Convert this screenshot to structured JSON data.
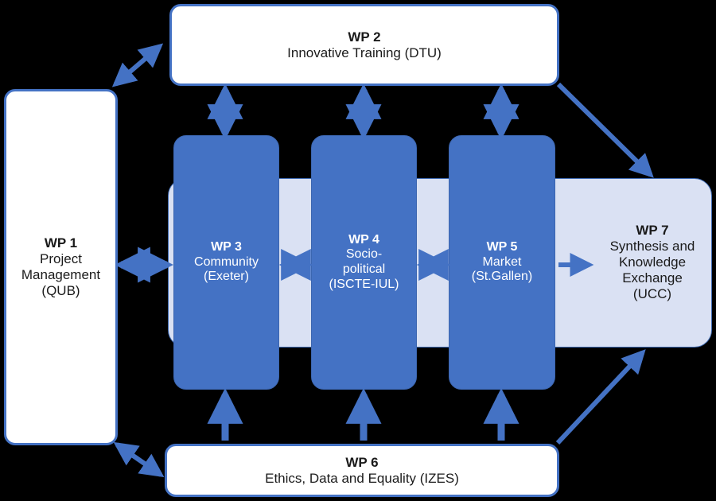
{
  "theme": {
    "background": "#000000",
    "accent_blue": "#4472C4",
    "light_blue": "#DAE1F3",
    "white": "#FFFFFF",
    "text_dark": "#1A1A1A",
    "text_light": "#FFFFFF"
  },
  "diagram": {
    "type": "work-package-flow",
    "packages": [
      {
        "id": "wp1",
        "title": "WP 1",
        "line1": "Project",
        "line2": "Management",
        "line3": "(QUB)",
        "style": "white"
      },
      {
        "id": "wp2",
        "title": "WP 2",
        "line1": "Innovative Training (DTU)",
        "style": "white"
      },
      {
        "id": "wp3",
        "title": "WP 3",
        "line1": "Community",
        "line2": "(Exeter)",
        "style": "blue"
      },
      {
        "id": "wp4",
        "title": "WP 4",
        "line1": "Socio-",
        "line2": "political",
        "line3": "(ISCTE-IUL)",
        "style": "blue"
      },
      {
        "id": "wp5",
        "title": "WP 5",
        "line1": "Market",
        "line2": "(St.Gallen)",
        "style": "blue"
      },
      {
        "id": "wp6",
        "title": "WP 6",
        "line1": "Ethics, Data and Equality (IZES)",
        "style": "white"
      },
      {
        "id": "wp7",
        "title": "WP 7",
        "line1": "Synthesis and",
        "line2": "Knowledge",
        "line3": "Exchange",
        "line4": "(UCC)",
        "style": "light-band"
      }
    ],
    "connectors": [
      {
        "from": "wp1",
        "to": "wp2",
        "kind": "double",
        "orientation": "diagonal"
      },
      {
        "from": "wp1",
        "to": "wp6",
        "kind": "double",
        "orientation": "diagonal"
      },
      {
        "from": "wp1",
        "to": "wp3",
        "kind": "double",
        "orientation": "horizontal"
      },
      {
        "from": "wp2",
        "to": "wp3",
        "kind": "double",
        "orientation": "vertical"
      },
      {
        "from": "wp2",
        "to": "wp4",
        "kind": "double",
        "orientation": "vertical"
      },
      {
        "from": "wp2",
        "to": "wp5",
        "kind": "double",
        "orientation": "vertical"
      },
      {
        "from": "wp2",
        "to": "wp7",
        "kind": "single",
        "orientation": "diagonal"
      },
      {
        "from": "wp3",
        "to": "wp4",
        "kind": "double",
        "orientation": "horizontal"
      },
      {
        "from": "wp4",
        "to": "wp5",
        "kind": "double",
        "orientation": "horizontal"
      },
      {
        "from": "wp5",
        "to": "wp7",
        "kind": "single",
        "orientation": "horizontal"
      },
      {
        "from": "wp6",
        "to": "wp3",
        "kind": "single",
        "orientation": "vertical"
      },
      {
        "from": "wp6",
        "to": "wp4",
        "kind": "single",
        "orientation": "vertical"
      },
      {
        "from": "wp6",
        "to": "wp5",
        "kind": "single",
        "orientation": "vertical"
      },
      {
        "from": "wp6",
        "to": "wp7",
        "kind": "single",
        "orientation": "diagonal"
      }
    ]
  }
}
